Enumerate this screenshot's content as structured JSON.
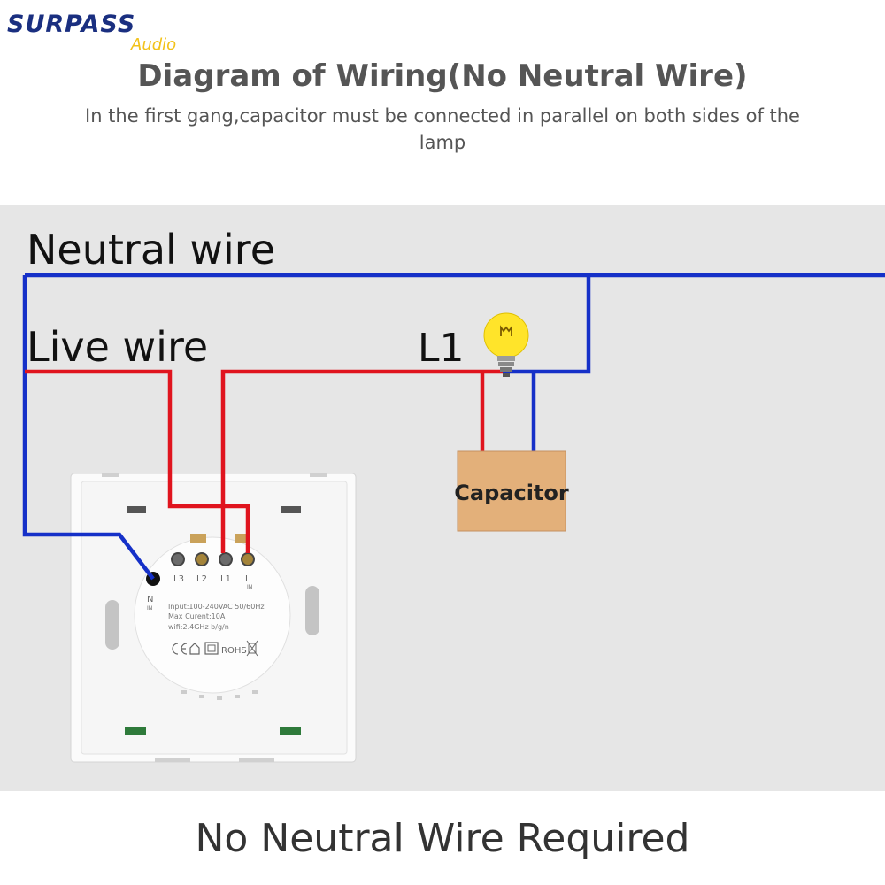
{
  "brand": {
    "name": "SURPASS",
    "sub": "Audio"
  },
  "header": {
    "title": "Diagram of Wiring(No Neutral Wire)",
    "subtitle": "In the first gang,capacitor must be connected in parallel on both sides of the lamp"
  },
  "diagram": {
    "neutral_label": "Neutral wire",
    "live_label": "Live wire",
    "l1_label": "L1",
    "capacitor_label": "Capacitor",
    "terminals": {
      "l3": "L3",
      "l2": "L2",
      "l1": "L1",
      "l": "L",
      "l_sub": "IN",
      "n": "N",
      "n_sub": "IN"
    },
    "spec": {
      "input": "Input:100-240VAC 50/60Hz",
      "current": "Max Curent:10A",
      "wifi": "wifi:2.4GHz b/g/n",
      "rohs": "ROHS"
    },
    "colors": {
      "neutral": "#1530c8",
      "live": "#e0141e",
      "capacitor": "#e3b07a",
      "bulb": "#ffe42a"
    }
  },
  "footer": {
    "text": "No Neutral Wire Required"
  }
}
